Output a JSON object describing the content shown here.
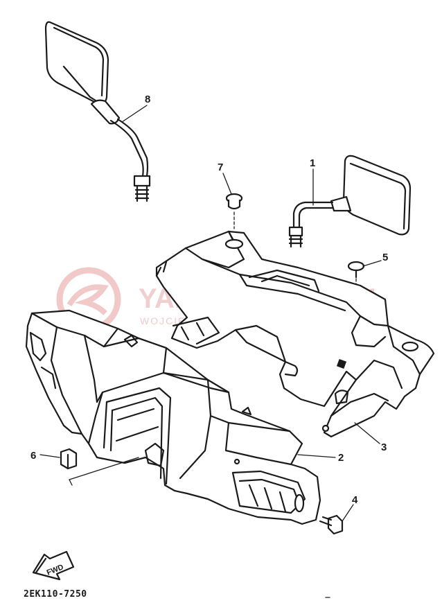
{
  "parts": [
    {
      "ref": "1",
      "name_label": "1"
    },
    {
      "ref": "2",
      "name_label": "2"
    },
    {
      "ref": "3",
      "name_label": "3"
    },
    {
      "ref": "4",
      "name_label": "4"
    },
    {
      "ref": "5",
      "name_label": "5"
    },
    {
      "ref": "6",
      "name_label": "6"
    },
    {
      "ref": "7",
      "name_label": "7"
    },
    {
      "ref": "8",
      "name_label": "8"
    }
  ],
  "direction_arrow": "FWD",
  "diagram_code": "2EK110-7250",
  "watermark": {
    "title": "YAMA",
    "title_tail": "PL",
    "subtitle": "WOJCIECHOWSKI | DEALER YAMAHA"
  },
  "colors": {
    "ink": "#1a1a1a",
    "watermark": "#e3a9a9"
  }
}
